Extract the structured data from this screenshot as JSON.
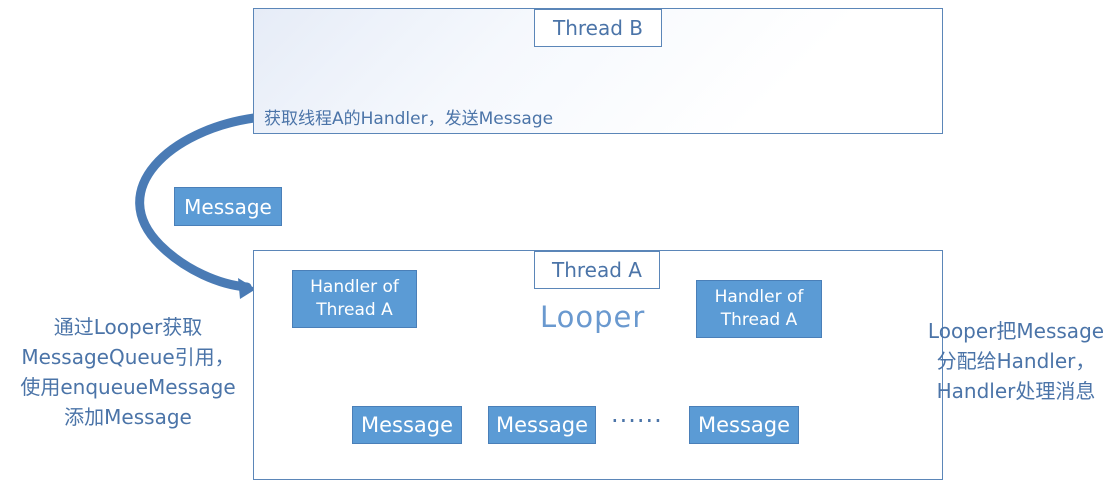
{
  "thread_b": {
    "title": "Thread B",
    "caption": "获取线程A的Handler，发送Message"
  },
  "floating_message": "Message",
  "thread_a": {
    "title": "Thread A",
    "looper_label": "Looper",
    "handler_left": "Handler of Thread A",
    "handler_right": "Handler of Thread A",
    "queue": [
      "Message",
      "Message",
      "Message"
    ],
    "queue_ellipsis": "······"
  },
  "notes": {
    "left": [
      "通过Looper获取",
      "MessageQueue引用，",
      "使用enqueueMessage",
      "添加Message"
    ],
    "right": [
      "Looper把Message",
      "分配给Handler，",
      "Handler处理消息"
    ]
  },
  "colors": {
    "line": "#5b86b8",
    "box_fill": "#5b9bd5",
    "text": "#4b74a8"
  }
}
